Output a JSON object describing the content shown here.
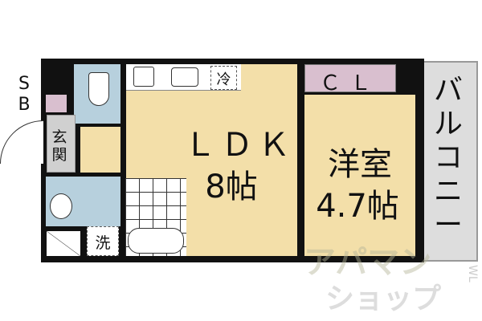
{
  "rooms": {
    "ldk": {
      "name": "ＬＤＫ",
      "size": "8帖"
    },
    "western": {
      "name": "洋室",
      "size": "4.7帖"
    },
    "closet": "ＣＬ",
    "balcony": "バルコニー",
    "entrance": "玄関",
    "shoe_box_top": "S",
    "shoe_box_bottom": "B",
    "fridge": "冷",
    "washer": "洗"
  },
  "watermark": {
    "line1": "アパマン",
    "line2": "ショップ",
    "side": "WL"
  },
  "colors": {
    "wet_area": "#b7d0dd",
    "living": "#f3dfa9",
    "storage": "#d9bfcf",
    "floor_grey": "#d0d0d0",
    "wall": "#111111"
  }
}
